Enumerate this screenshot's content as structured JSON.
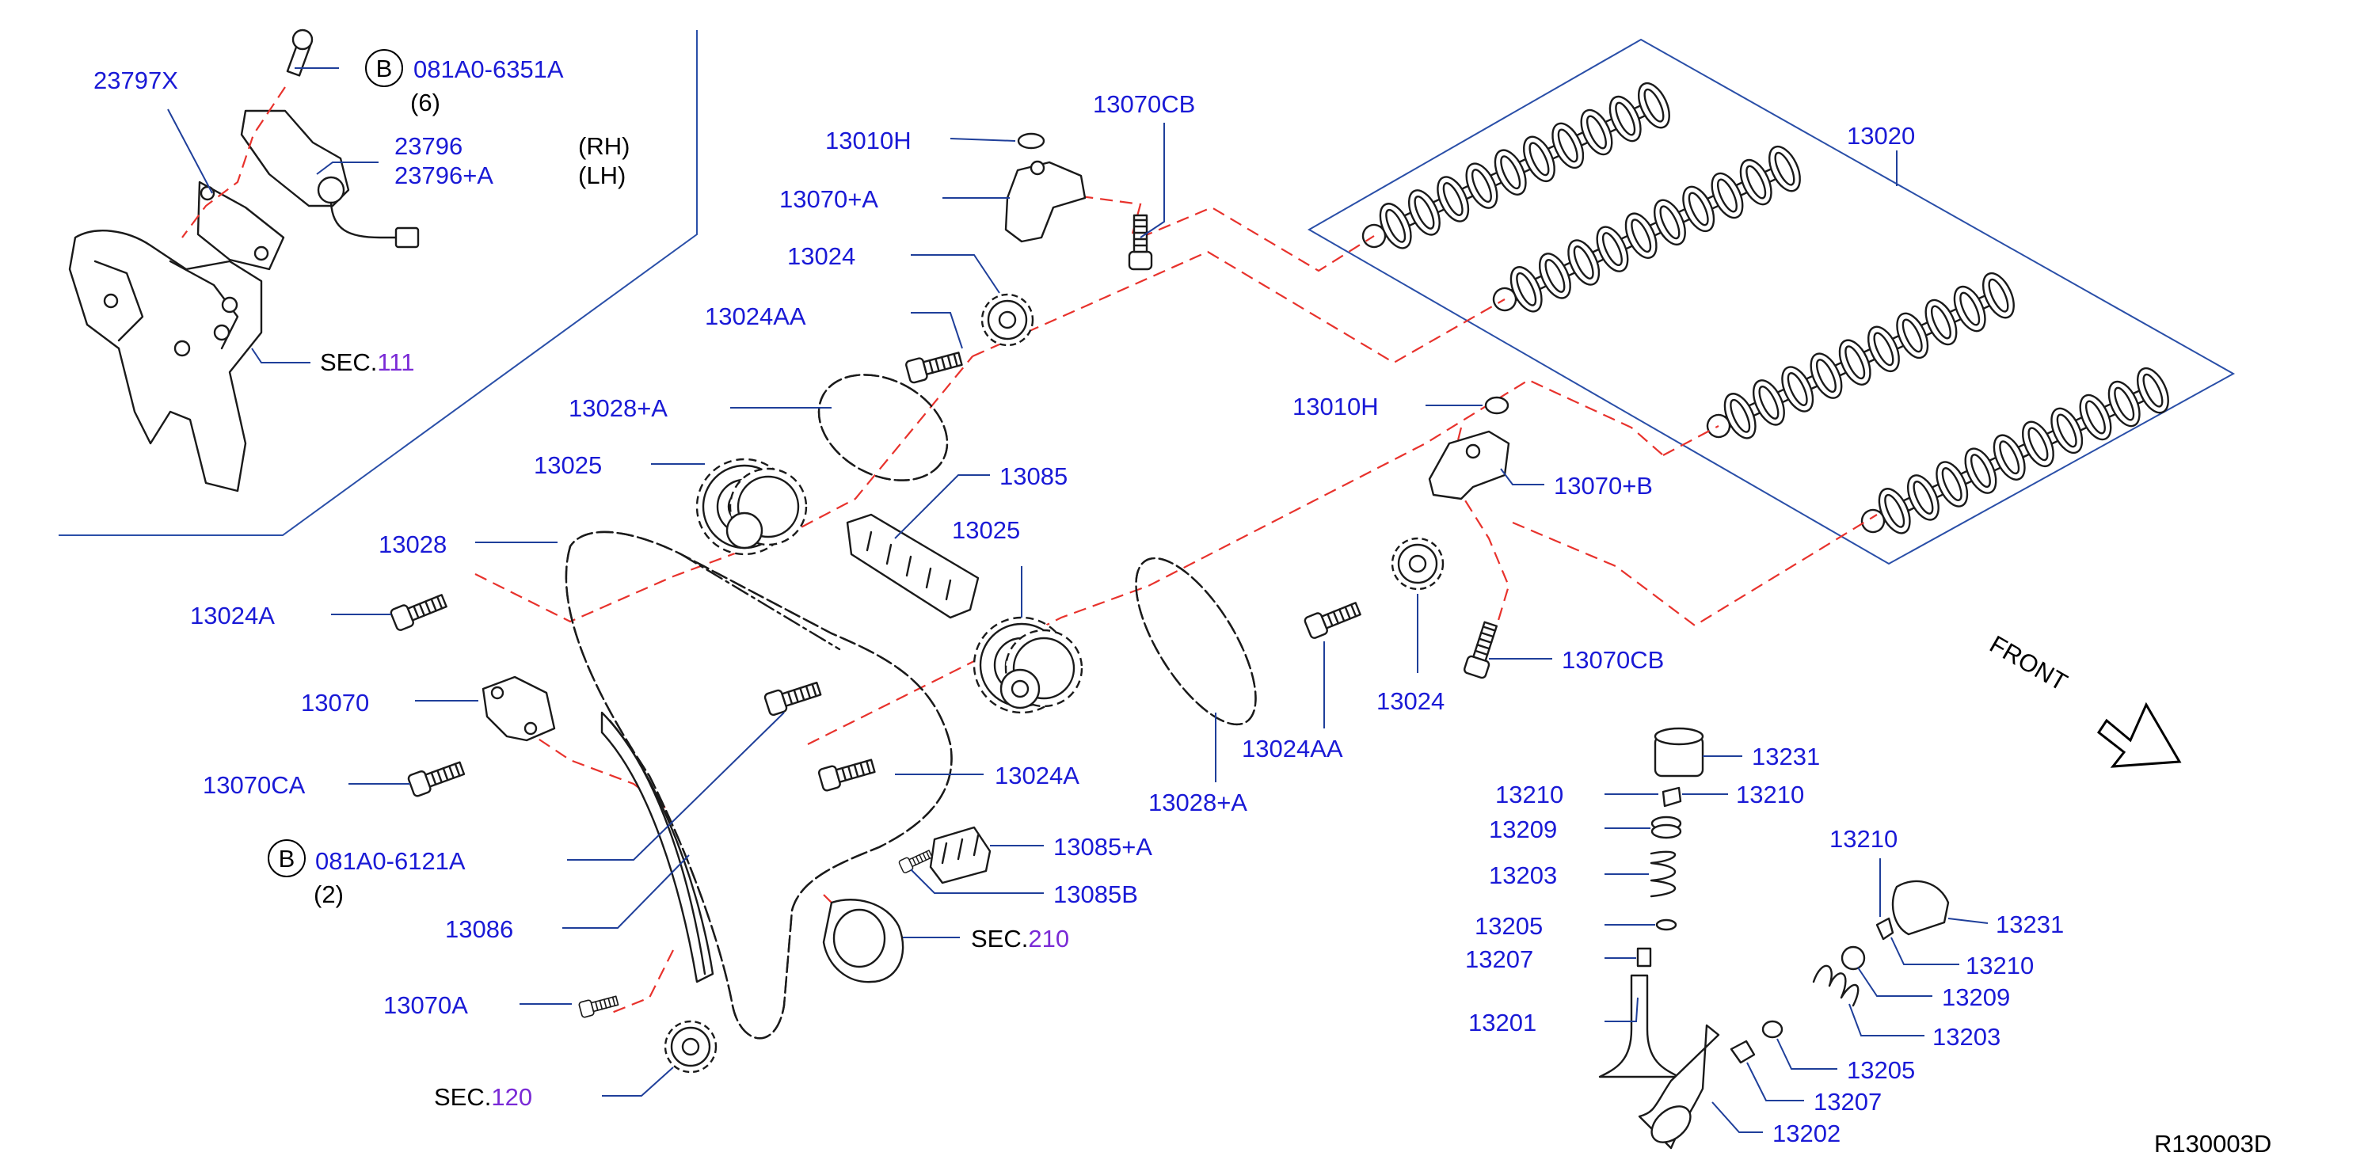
{
  "diagram": {
    "parts": {
      "p23797X": "23797X",
      "p081A0_6351A": "081A0-6351A",
      "qty6": "(6)",
      "p23796": "23796",
      "p23796A": "23796+A",
      "rh": "(RH)",
      "lh": "(LH)",
      "sec111_prefix": "SEC.",
      "sec111_num": "111",
      "p13010H_top": "13010H",
      "p13070CB_top": "13070CB",
      "p13070A_plus": "13070+A",
      "p13024_top": "13024",
      "p13024AA_top": "13024AA",
      "p13020": "13020",
      "p13028A_top": "13028+A",
      "p13025_left": "13025",
      "p13085": "13085",
      "p13028": "13028",
      "p13025_mid": "13025",
      "p13010H_mid": "13010H",
      "p13070B_plus": "13070+B",
      "p13024A_top": "13024A",
      "p13070": "13070",
      "p13070CB_mid": "13070CB",
      "p13024_mid": "13024",
      "p13024AA_mid": "13024AA",
      "p13070CA": "13070CA",
      "p13024A_mid": "13024A",
      "p13028A_mid": "13028+A",
      "p081A0_6121A": "081A0-6121A",
      "qty2": "(2)",
      "p13085A": "13085+A",
      "p13085B": "13085B",
      "p13086": "13086",
      "sec210_prefix": "SEC.",
      "sec210_num": "210",
      "p13070A": "13070A",
      "sec120_prefix": "SEC.",
      "sec120_num": "120",
      "p13231_a": "13231",
      "p13210_a": "13210",
      "p13210_b": "13210",
      "p13209_a": "13209",
      "p13203_a": "13203",
      "p13205_a": "13205",
      "p13207_a": "13207",
      "p13201": "13201",
      "p13210_c": "13210",
      "p13231_b": "13231",
      "p13210_d": "13210",
      "p13209_b": "13209",
      "p13203_b": "13203",
      "p13205_b": "13205",
      "p13207_b": "13207",
      "p13202": "13202"
    },
    "bolt_marker": "B",
    "front_label": "FRONT",
    "figure_code": "R130003D",
    "colors": {
      "part_number": "#1a1ad6",
      "section_number": "#7a2ad6",
      "leader_line": "#1f3f9a",
      "dashed_line": "#e8322c",
      "drawing": "#1a1a1a"
    }
  }
}
